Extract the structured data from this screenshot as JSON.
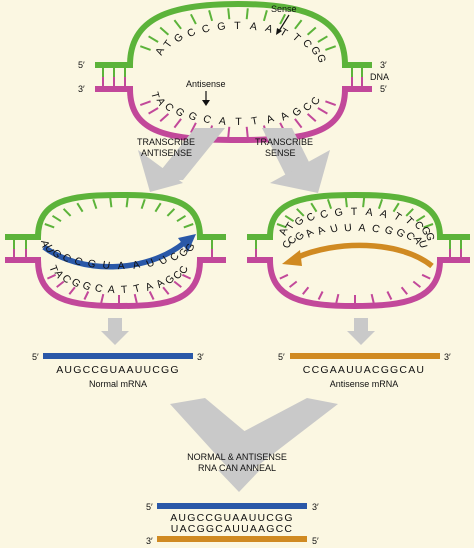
{
  "top": {
    "sense_label": "Sense",
    "antisense_label": "Antisense",
    "dna_label": "DNA",
    "sense_letters": [
      "A",
      "T",
      "G",
      "C",
      "C",
      "G",
      "T",
      "A",
      "A",
      "T",
      "T",
      "C",
      "G",
      "G"
    ],
    "antisense_letters": [
      "T",
      "A",
      "C",
      "G",
      "G",
      "C",
      "A",
      "T",
      "T",
      "A",
      "A",
      "G",
      "C",
      "C"
    ],
    "left_top_prime": "5′",
    "left_bottom_prime": "3′",
    "right_top_prime": "3′",
    "right_bottom_prime": "5′"
  },
  "steps": {
    "left_label_1": "TRANSCRIBE",
    "left_label_2": "ANTISENSE",
    "right_label_1": "TRANSCRIBE",
    "right_label_2": "SENSE"
  },
  "mid_left": {
    "rna_letters": [
      "A",
      "U",
      "G",
      "C",
      "C",
      "G",
      "U",
      "A",
      "A",
      "U",
      "U",
      "C",
      "G",
      "G"
    ],
    "template_letters": [
      "T",
      "A",
      "C",
      "G",
      "G",
      "C",
      "A",
      "T",
      "T",
      "A",
      "A",
      "G",
      "C",
      "C"
    ]
  },
  "mid_right": {
    "template_letters": [
      "A",
      "T",
      "G",
      "C",
      "C",
      "G",
      "T",
      "A",
      "A",
      "T",
      "T",
      "C",
      "G",
      "G"
    ],
    "rna_letters": [
      "C",
      "C",
      "G",
      "A",
      "A",
      "U",
      "U",
      "A",
      "C",
      "G",
      "G",
      "C",
      "A",
      "U"
    ]
  },
  "normal_mrna": {
    "prime_left": "5′",
    "prime_right": "3′",
    "sequence": "AUGCCGUAAUUCGG",
    "label": "Normal mRNA"
  },
  "antisense_mrna": {
    "prime_left": "5′",
    "prime_right": "3′",
    "sequence": "CCGAAUUACGGCAU",
    "label": "Antisense mRNA"
  },
  "anneal": {
    "label_1": "NORMAL & ANTISENSE",
    "label_2": "RNA CAN ANNEAL",
    "top_prime_left": "5′",
    "top_prime_right": "3′",
    "bottom_prime_left": "3′",
    "bottom_prime_right": "5′",
    "top_sequence": "AUGCCGUAAUUCGG",
    "bottom_sequence": "UACGGCAUUAAGCC"
  },
  "colors": {
    "sense_strand": "#5cb33a",
    "antisense_strand": "#c2489a",
    "normal_rna": "#2a58a8",
    "antisense_rna": "#d08a22",
    "arrows": "#c9c9c9",
    "background": "#fbf7e2"
  }
}
